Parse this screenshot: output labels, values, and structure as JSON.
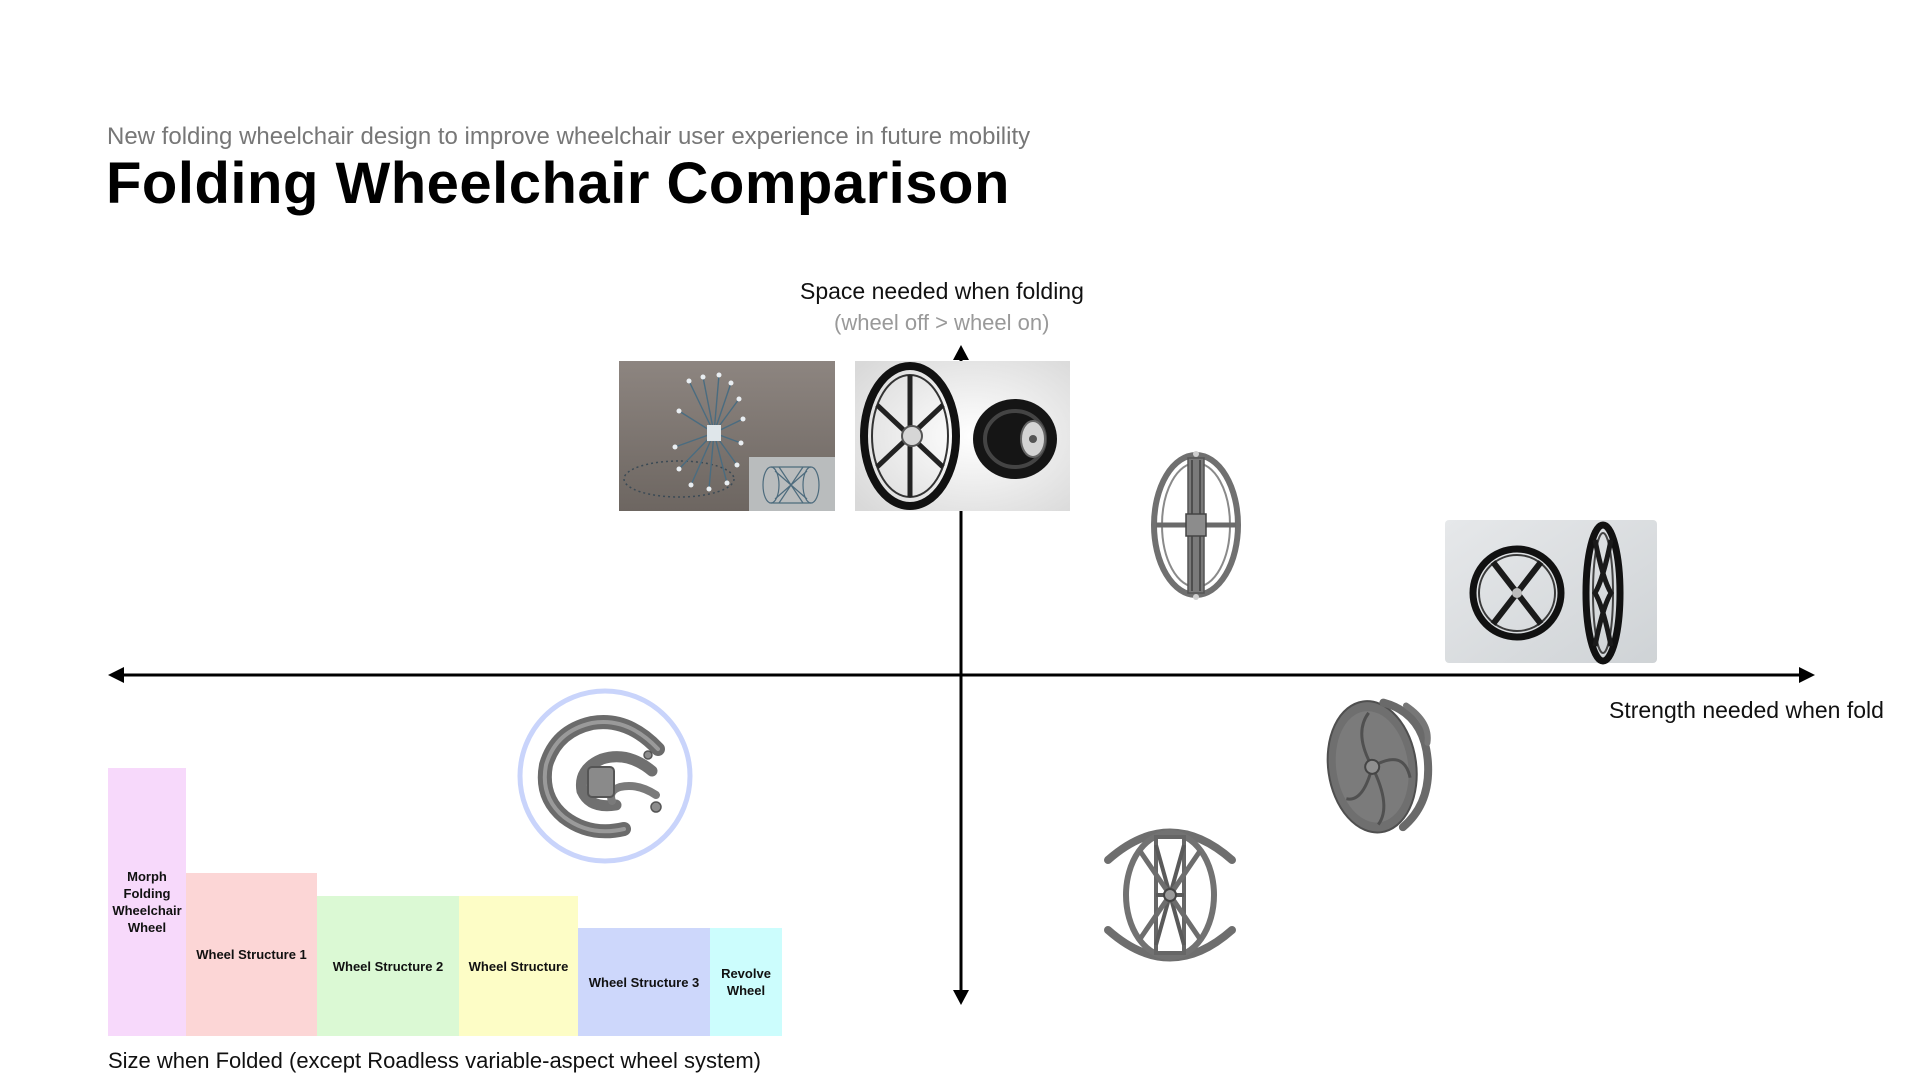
{
  "header": {
    "subtitle": "New folding wheelchair design to improve wheelchair user experience in future mobility",
    "title": "Folding Wheelchair Comparison"
  },
  "axes": {
    "vertical_label": "Space needed when folding",
    "vertical_sublabel": "(wheel off > wheel on)",
    "horizontal_label": "Strength needed when fold"
  },
  "size_chart": {
    "caption": "Size when Folded (except Roadless variable-aspect wheel system)",
    "bars": [
      {
        "label": "Morph Folding Wheelchair Wheel",
        "relative_size": 1.0,
        "color": "#f7d9fb"
      },
      {
        "label": "Wheel Structure 1",
        "relative_size": 0.61,
        "color": "#fcd6d6"
      },
      {
        "label": "Wheel Structure 2",
        "relative_size": 0.52,
        "color": "#dbf9d4"
      },
      {
        "label": "Wheel Structure",
        "relative_size": 0.52,
        "color": "#fdfdc6"
      },
      {
        "label": "Wheel Structure 3",
        "relative_size": 0.4,
        "color": "#cdd7fb"
      },
      {
        "label": "Revolve Wheel",
        "relative_size": 0.4,
        "color": "#ccfdfd"
      }
    ]
  },
  "colors": {
    "highlight_ring": "#c9d4fb",
    "axis": "#000000",
    "wheel_gray": "#6f6f6f"
  }
}
